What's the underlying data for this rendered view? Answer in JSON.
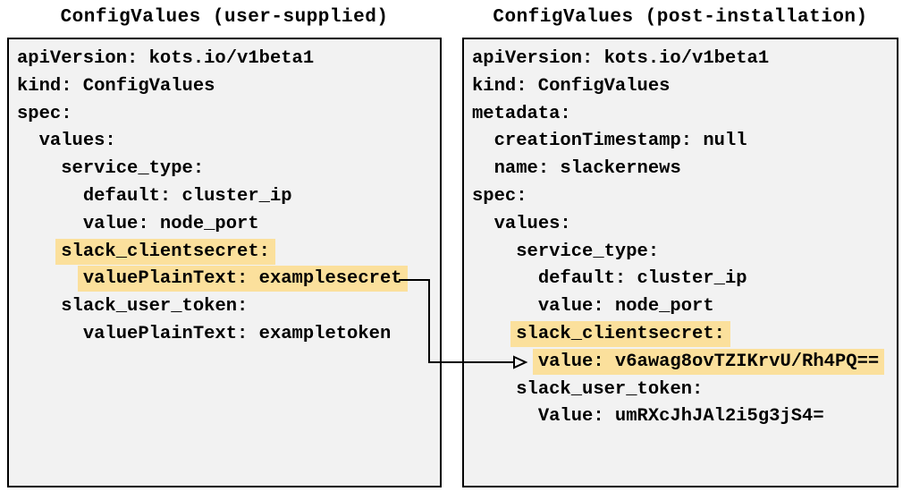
{
  "colors": {
    "panel_bg": "#F2F2F2",
    "panel_border": "#000000",
    "highlight": "#FBE09C",
    "text": "#000000",
    "arrow": "#000000"
  },
  "left_panel": {
    "title": "ConfigValues (user-supplied)",
    "lines": [
      {
        "indent": 0,
        "text": "apiVersion: kots.io/v1beta1",
        "highlight": false
      },
      {
        "indent": 0,
        "text": "kind: ConfigValues",
        "highlight": false
      },
      {
        "indent": 0,
        "text": "spec:",
        "highlight": false
      },
      {
        "indent": 2,
        "text": "values:",
        "highlight": false
      },
      {
        "indent": 4,
        "text": "service_type:",
        "highlight": false
      },
      {
        "indent": 6,
        "text": "default: cluster_ip",
        "highlight": false
      },
      {
        "indent": 6,
        "text": "value: node_port",
        "highlight": false
      },
      {
        "indent": 4,
        "text": "slack_clientsecret:",
        "highlight": true
      },
      {
        "indent": 6,
        "text": "valuePlainText: examplesecret",
        "highlight": true
      },
      {
        "indent": 4,
        "text": "slack_user_token:",
        "highlight": false
      },
      {
        "indent": 6,
        "text": "valuePlainText: exampletoken",
        "highlight": false
      }
    ]
  },
  "right_panel": {
    "title": "ConfigValues (post-installation)",
    "lines": [
      {
        "indent": 0,
        "text": "apiVersion: kots.io/v1beta1",
        "highlight": false
      },
      {
        "indent": 0,
        "text": "kind: ConfigValues",
        "highlight": false
      },
      {
        "indent": 0,
        "text": "metadata:",
        "highlight": false
      },
      {
        "indent": 2,
        "text": "creationTimestamp: null",
        "highlight": false
      },
      {
        "indent": 2,
        "text": "name: slackernews",
        "highlight": false
      },
      {
        "indent": 0,
        "text": "spec:",
        "highlight": false
      },
      {
        "indent": 2,
        "text": "values:",
        "highlight": false
      },
      {
        "indent": 4,
        "text": "service_type:",
        "highlight": false
      },
      {
        "indent": 6,
        "text": "default: cluster_ip",
        "highlight": false
      },
      {
        "indent": 6,
        "text": "value: node_port",
        "highlight": false
      },
      {
        "indent": 4,
        "text": "slack_clientsecret:",
        "highlight": true
      },
      {
        "indent": 6,
        "text": "value: v6awag8ovTZIKrvU/Rh4PQ==",
        "highlight": true
      },
      {
        "indent": 4,
        "text": "slack_user_token:",
        "highlight": false
      },
      {
        "indent": 6,
        "text": "Value: umRXcJhJAl2i5g3jS4=",
        "highlight": false
      }
    ]
  },
  "arrow": {
    "from_panel": "left_panel",
    "from_line_index": 8,
    "to_panel": "right_panel",
    "to_line_index": 11
  }
}
